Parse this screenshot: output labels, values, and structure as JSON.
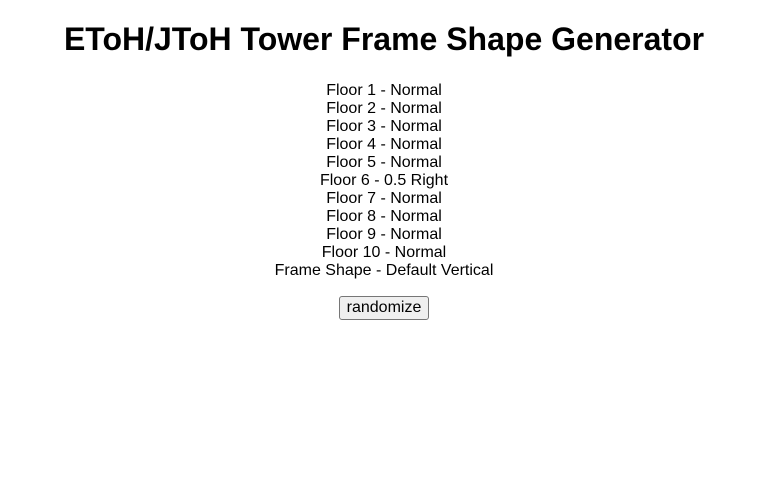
{
  "header": {
    "title": "EToH/JToH Tower Frame Shape Generator"
  },
  "floors": [
    {
      "label": "Floor 1 - Normal"
    },
    {
      "label": "Floor 2 - Normal"
    },
    {
      "label": "Floor 3 - Normal"
    },
    {
      "label": "Floor 4 - Normal"
    },
    {
      "label": "Floor 5 - Normal"
    },
    {
      "label": "Floor 6 - 0.5 Right"
    },
    {
      "label": "Floor 7 - Normal"
    },
    {
      "label": "Floor 8 - Normal"
    },
    {
      "label": "Floor 9 - Normal"
    },
    {
      "label": "Floor 10 - Normal"
    }
  ],
  "frame_shape": {
    "label": "Frame Shape - Default Vertical"
  },
  "actions": {
    "randomize_label": "randomize"
  }
}
